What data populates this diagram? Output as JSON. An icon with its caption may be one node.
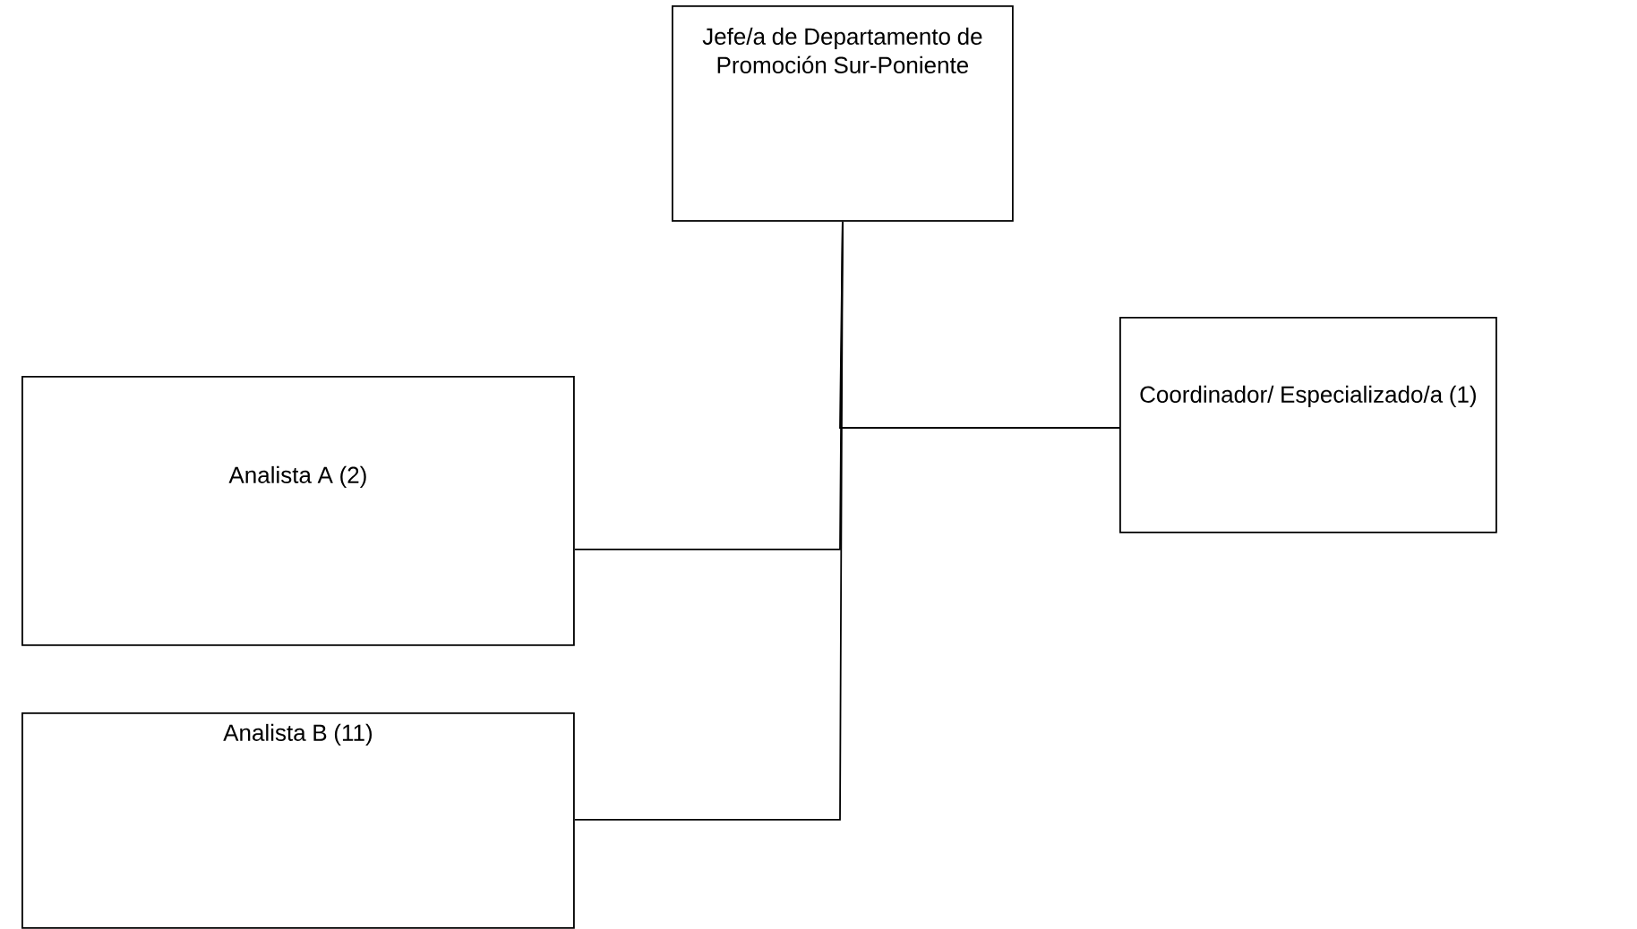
{
  "diagram": {
    "nodes": [
      {
        "text": [
          "Jefe/a de Departamento de Promoción Sur-Poniente"
        ]
      },
      {
        "text": [
          "Coordinador/ Especializado/a (1)"
        ]
      },
      {
        "text": [
          "Analista A (2)"
        ]
      },
      {
        "text": [
          "Analista B (11)"
        ]
      }
    ],
    "edges": [
      {
        "from": 0,
        "to": 1,
        "arrow": "none"
      },
      {
        "from": 0,
        "to": 2,
        "arrow": "none"
      },
      {
        "from": 0,
        "to": 3,
        "arrow": "none"
      }
    ]
  }
}
